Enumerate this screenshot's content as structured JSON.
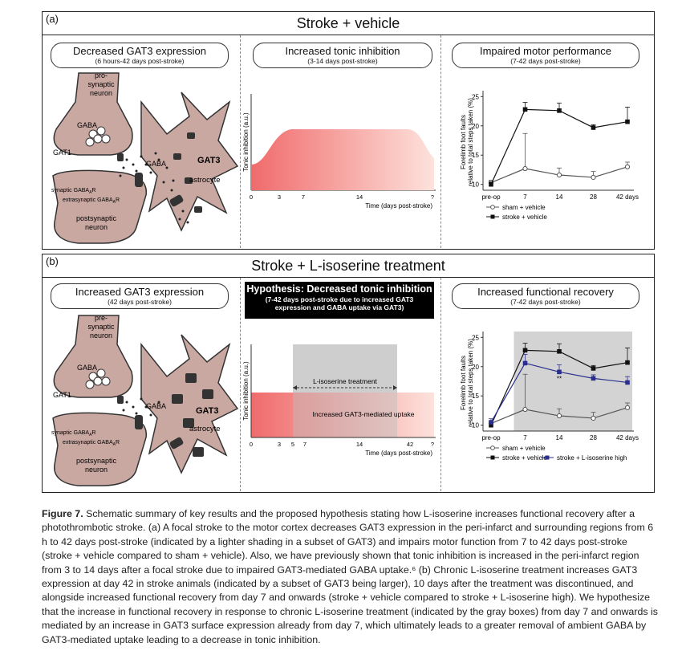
{
  "panel_a": {
    "label": "(a)",
    "title": "Stroke + vehicle",
    "pill_left": {
      "title": "Decreased GAT3 expression",
      "subtitle": "(6 hours-42 days post-stroke)"
    },
    "pill_mid": {
      "title": "Increased tonic inhibition",
      "subtitle": "(3-14 days post-stroke)"
    },
    "pill_right": {
      "title": "Impaired motor performance",
      "subtitle": "(7-42 days post-stroke)"
    },
    "schematic": {
      "pre_label": [
        "pro-",
        "synaptic",
        "neuron"
      ],
      "gaba_vesicle": "GABA",
      "gat1": "GAT1",
      "gaba_cleft": "GABA",
      "gat3": "GAT3",
      "astrocyte": "astrocyte",
      "synaptic_receptor": "synaptic GABA",
      "extrasynaptic_receptor": "extrasynaptic GABA",
      "receptor_sub": "A",
      "receptor_suffix": "R",
      "post_label": [
        "postsynaptic",
        "neuron"
      ]
    },
    "tonic": {
      "ylabel": "Tonic inhibition (a.u.)",
      "xlabel": "Time (days post-stroke)",
      "ticks": [
        "0",
        "3",
        "7",
        "14",
        "?"
      ]
    }
  },
  "panel_b": {
    "label": "(b)",
    "title": "Stroke + L-isoserine treatment",
    "pill_left": {
      "title": "Increased GAT3 expression",
      "subtitle": "(42 days post-stroke)"
    },
    "hypothesis": {
      "title": "Hypothesis: Decreased tonic inhibition",
      "line1": "(7-42 days post-stroke due to increased GAT3",
      "line2": "expression and GABA uptake via GAT3)"
    },
    "pill_right": {
      "title": "Increased functional recovery",
      "subtitle": "(7-42 days post-stroke)"
    },
    "schematic": {
      "pre_label": [
        "pre-",
        "synaptic",
        "neuron"
      ],
      "gaba_vesicle": "GABA",
      "gat1": "GAT1",
      "gaba_cleft": "GABA",
      "gat3": "GAT3",
      "astrocyte": "astrocyte",
      "synaptic_receptor": "synaptic GABA",
      "extrasynaptic_receptor": "extrasynaptic GABA",
      "receptor_sub": "A",
      "receptor_suffix": "R",
      "post_label": [
        "postsynaptic",
        "neuron"
      ]
    },
    "tonic": {
      "ylabel": "Tonic inhibition (a.u.)",
      "xlabel": "Time (days post-stroke)",
      "ticks": [
        "0",
        "3",
        "5",
        "7",
        "14",
        "42",
        "?"
      ],
      "treatment_label": "L-isoserine treatment",
      "uptake_label": "Increased GAT3-mediated uptake"
    }
  },
  "chart_data": [
    {
      "type": "line",
      "panel": "a",
      "ylabel_line1": "Forelimb foot faults",
      "ylabel_line2": "relative to total steps taken (%)",
      "categories": [
        "pre-op",
        "7",
        "14",
        "28",
        "42 days"
      ],
      "yticks": [
        "10",
        "15",
        "20",
        "25"
      ],
      "ylim": [
        9,
        26
      ],
      "series": [
        {
          "name": "sham + vehicle",
          "values": [
            10.3,
            12.7,
            11.6,
            11.2,
            13.0
          ],
          "err": [
            0.4,
            6.0,
            1.2,
            1.0,
            0.8
          ],
          "color": "#555555",
          "marker": "open-circle"
        },
        {
          "name": "stroke + vehicle",
          "values": [
            10.0,
            22.8,
            22.6,
            19.7,
            20.7
          ],
          "err": [
            0.4,
            1.2,
            1.3,
            0.5,
            2.5
          ],
          "color": "#111111",
          "marker": "filled-square"
        }
      ]
    },
    {
      "type": "line",
      "panel": "b",
      "ylabel_line1": "Forelimb foot faults",
      "ylabel_line2": "relative to total steps taken (%)",
      "categories": [
        "pre-op",
        "7",
        "14",
        "28",
        "42 days"
      ],
      "yticks": [
        "10",
        "15",
        "20",
        "25"
      ],
      "ylim": [
        9,
        26
      ],
      "shaded_from": "7",
      "shaded_to": "42 days",
      "annotation": "**",
      "series": [
        {
          "name": "sham + vehicle",
          "values": [
            10.3,
            12.7,
            11.6,
            11.2,
            13.0
          ],
          "err": [
            0.4,
            6.0,
            1.2,
            1.0,
            0.8
          ],
          "color": "#555555",
          "marker": "open-circle"
        },
        {
          "name": "stroke + vehicle",
          "values": [
            10.0,
            22.8,
            22.6,
            19.7,
            20.7
          ],
          "err": [
            0.4,
            1.2,
            1.3,
            0.5,
            2.5
          ],
          "color": "#111111",
          "marker": "filled-square"
        },
        {
          "name": "stroke + L-isoserine high",
          "values": [
            10.5,
            20.6,
            19.1,
            18.0,
            17.3
          ],
          "err": [
            0.6,
            1.5,
            1.2,
            0.6,
            1.0
          ],
          "color": "#2a2f8f",
          "marker": "filled-square"
        }
      ]
    }
  ],
  "caption": {
    "fig_label": "Figure 7.",
    "text": "Schematic summary of key results and the proposed hypothesis stating how L-isoserine increases functional recovery after a photothrombotic stroke. (a) A focal stroke to the motor cortex decreases GAT3 expression in the peri-infarct and surrounding regions from 6 h to 42 days post-stroke (indicated by a lighter shading in a subset of GAT3) and impairs motor function from 7 to 42 days post-stroke (stroke + vehicle compared to sham + vehicle). Also, we have previously shown that tonic inhibition is increased in the peri-infarct region from 3 to 14 days after a focal stroke due to impaired GAT3-mediated GABA uptake.⁶ (b) Chronic L-isoserine treatment increases GAT3 expression at day 42 in stroke animals (indicated by a subset of GAT3 being larger), 10 days after the treatment was discontinued, and alongside increased functional recovery from day 7 and onwards (stroke + vehicle compared to stroke + L-isoserine high). We hypothesize that the increase in functional recovery in response to chronic L-isoserine treatment (indicated by the gray boxes) from day 7 and onwards is mediated by an increase in GAT3 surface expression already from day 7, which ultimately leads to a greater removal of ambient GABA by GAT3-mediated uptake leading to a decrease in tonic inhibition."
  }
}
